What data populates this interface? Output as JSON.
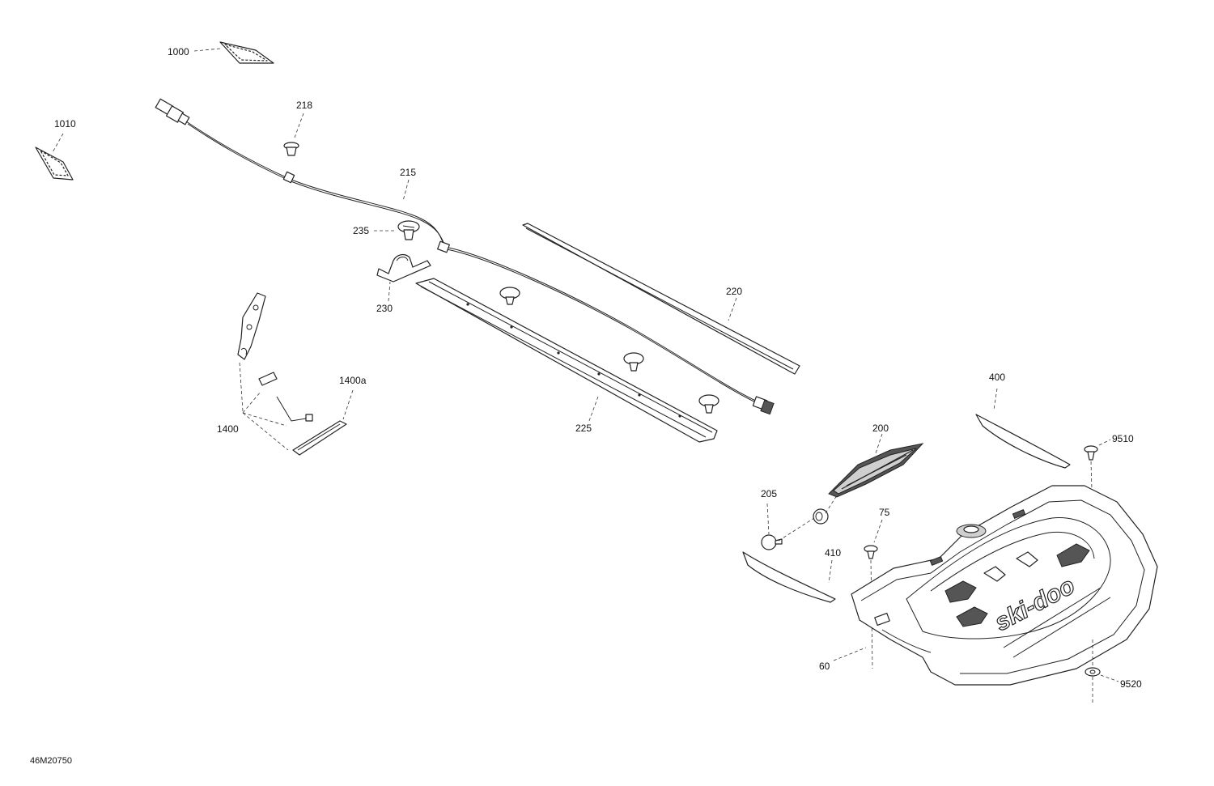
{
  "diagram_id": "46M20750",
  "labels": {
    "p1000": "1000",
    "p1010": "1010",
    "p218": "218",
    "p215": "215",
    "p235": "235",
    "p230": "230",
    "p220": "220",
    "p225": "225",
    "p1400": "1400",
    "p1400a": "1400a",
    "p400": "400",
    "p200": "200",
    "p9510": "9510",
    "p205": "205",
    "p75": "75",
    "p410": "410",
    "p60": "60",
    "p9520": "9520"
  },
  "brand_logo_text": "ski-doo"
}
